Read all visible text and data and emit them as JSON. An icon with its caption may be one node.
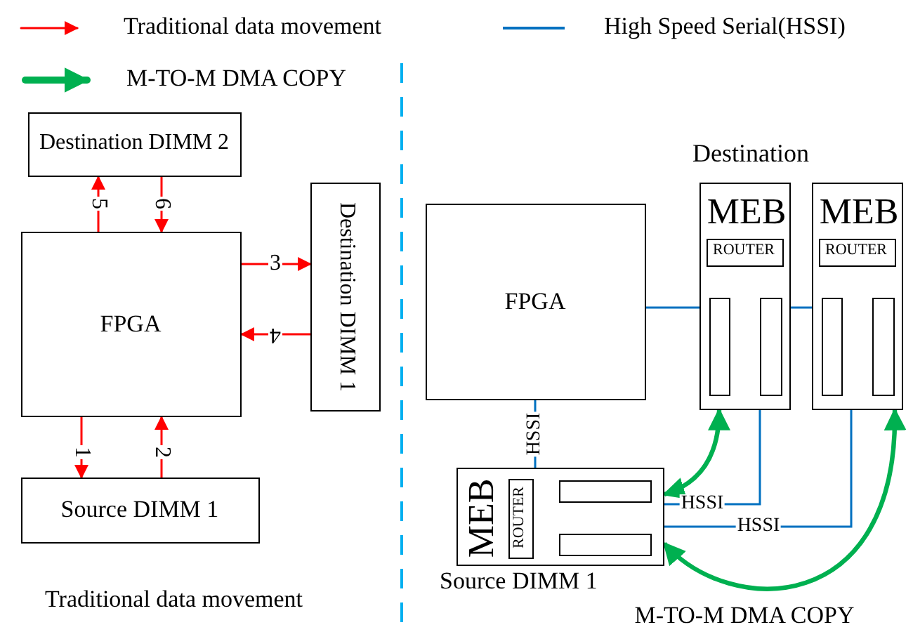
{
  "diagram": {
    "nodes": [
      {
        "text": [
          "Destination DIMM 2"
        ]
      },
      {
        "text": [
          "FPGA"
        ]
      },
      {
        "text": [
          "Destination DIMM 1"
        ]
      },
      {
        "text": [
          "Source DIMM 1"
        ]
      },
      {
        "text": [
          "FPGA"
        ]
      },
      {
        "text": [
          "MEB"
        ]
      },
      {
        "text": [
          "ROUTER"
        ],
        "in": 5
      },
      {
        "text": [],
        "shape": "box",
        "in": 5
      },
      {
        "text": [],
        "shape": "box",
        "in": 5
      },
      {
        "text": [
          "MEB"
        ]
      },
      {
        "text": [
          "ROUTER"
        ],
        "in": 9
      },
      {
        "text": [],
        "shape": "box",
        "in": 9
      },
      {
        "text": [],
        "shape": "box",
        "in": 9
      },
      {
        "text": [
          "MEB"
        ],
        "beside": [
          "Source DIMM 1"
        ]
      },
      {
        "text": [
          "ROUTER"
        ],
        "in": 13
      },
      {
        "text": [],
        "shape": "box",
        "in": 13
      },
      {
        "text": [],
        "shape": "box",
        "in": 13
      }
    ],
    "edges": [
      {
        "from": 1,
        "to": 3,
        "arrow": "to",
        "label": "1",
        "color": "#ff0000"
      },
      {
        "from": 3,
        "to": 1,
        "arrow": "to",
        "label": "2",
        "color": "#ff0000"
      },
      {
        "from": 1,
        "to": 2,
        "arrow": "to",
        "label": "3",
        "color": "#ff0000"
      },
      {
        "from": 2,
        "to": 1,
        "arrow": "to",
        "label": "4",
        "color": "#ff0000"
      },
      {
        "from": 1,
        "to": 0,
        "arrow": "to",
        "label": "5",
        "color": "#ff0000"
      },
      {
        "from": 0,
        "to": 1,
        "arrow": "to",
        "label": "6",
        "color": "#ff0000"
      },
      {
        "from": 4,
        "to": 5,
        "arrow": "none",
        "color": "#0070c0"
      },
      {
        "from": 5,
        "to": 9,
        "arrow": "none",
        "color": "#0070c0"
      },
      {
        "from": 4,
        "to": 13,
        "arrow": "none",
        "label": "HSSI",
        "color": "#0070c0"
      },
      {
        "from": 5,
        "to": 13,
        "arrow": "none",
        "label": "HSSI",
        "color": "#0070c0"
      },
      {
        "from": 9,
        "to": 13,
        "arrow": "none",
        "label": "HSSI",
        "color": "#0070c0"
      },
      {
        "from": 13,
        "to": 5,
        "arrow": "both",
        "style": "thick",
        "color": "#00b050"
      },
      {
        "from": 13,
        "to": 9,
        "arrow": "both",
        "style": "thick",
        "color": "#00b050",
        "label": "M-TO-M DMA COPY"
      }
    ],
    "labels": [
      "Destination",
      "Traditional data movement"
    ],
    "legend": [
      {
        "text": "Traditional data movement"
      },
      {
        "text": "High Speed Serial(HSSI)"
      },
      {
        "text": "M-TO-M DMA COPY"
      }
    ]
  }
}
